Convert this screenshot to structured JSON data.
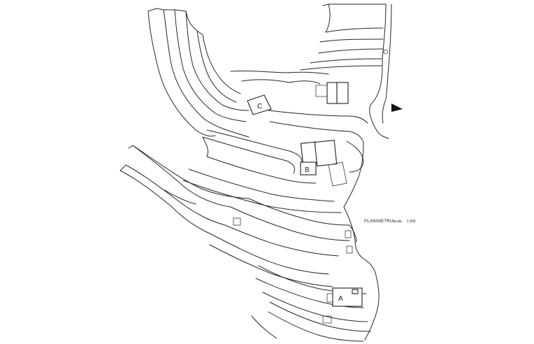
{
  "plan": {
    "title": "PLANIMETRIA",
    "scale_label": "scala",
    "scale_value": "1:200"
  },
  "buildings": [
    {
      "id": "A",
      "label": "A"
    },
    {
      "id": "B",
      "label": "B"
    },
    {
      "id": "C",
      "label": "C"
    }
  ],
  "north_arrow": {
    "icon": "north-arrow-icon"
  },
  "colors": {
    "ink": "#262626",
    "paper": "#ffffff"
  }
}
